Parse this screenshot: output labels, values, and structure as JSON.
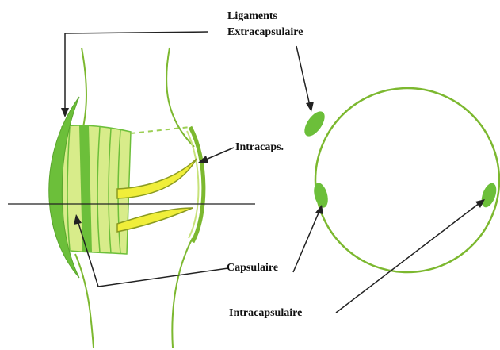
{
  "labels": {
    "ligaments_line1": "Ligaments",
    "ligaments_line2": "Extracapsulaire",
    "intracaps": "Intracaps.",
    "capsulaire": "Capsulaire",
    "intracapsulaire": "Intracapsulaire"
  },
  "colors": {
    "ligament_green": "#6cbf3a",
    "light_green": "#d8ec8a",
    "yellow": "#f0ee3a",
    "outline": "#7cb82f",
    "line": "#222222"
  }
}
